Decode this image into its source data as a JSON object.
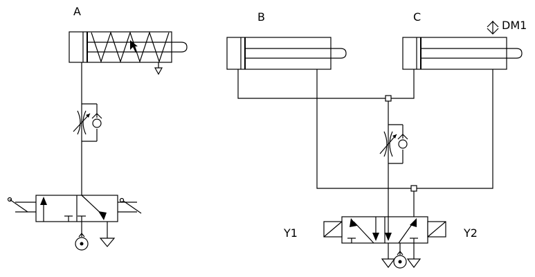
{
  "labels": {
    "cylinder_a": "A",
    "cylinder_b": "B",
    "cylinder_c": "C",
    "sensor": "DM1",
    "solenoid_left": "Y1",
    "solenoid_right": "Y2"
  },
  "colors": {
    "line": "#000000",
    "background": "#ffffff"
  }
}
